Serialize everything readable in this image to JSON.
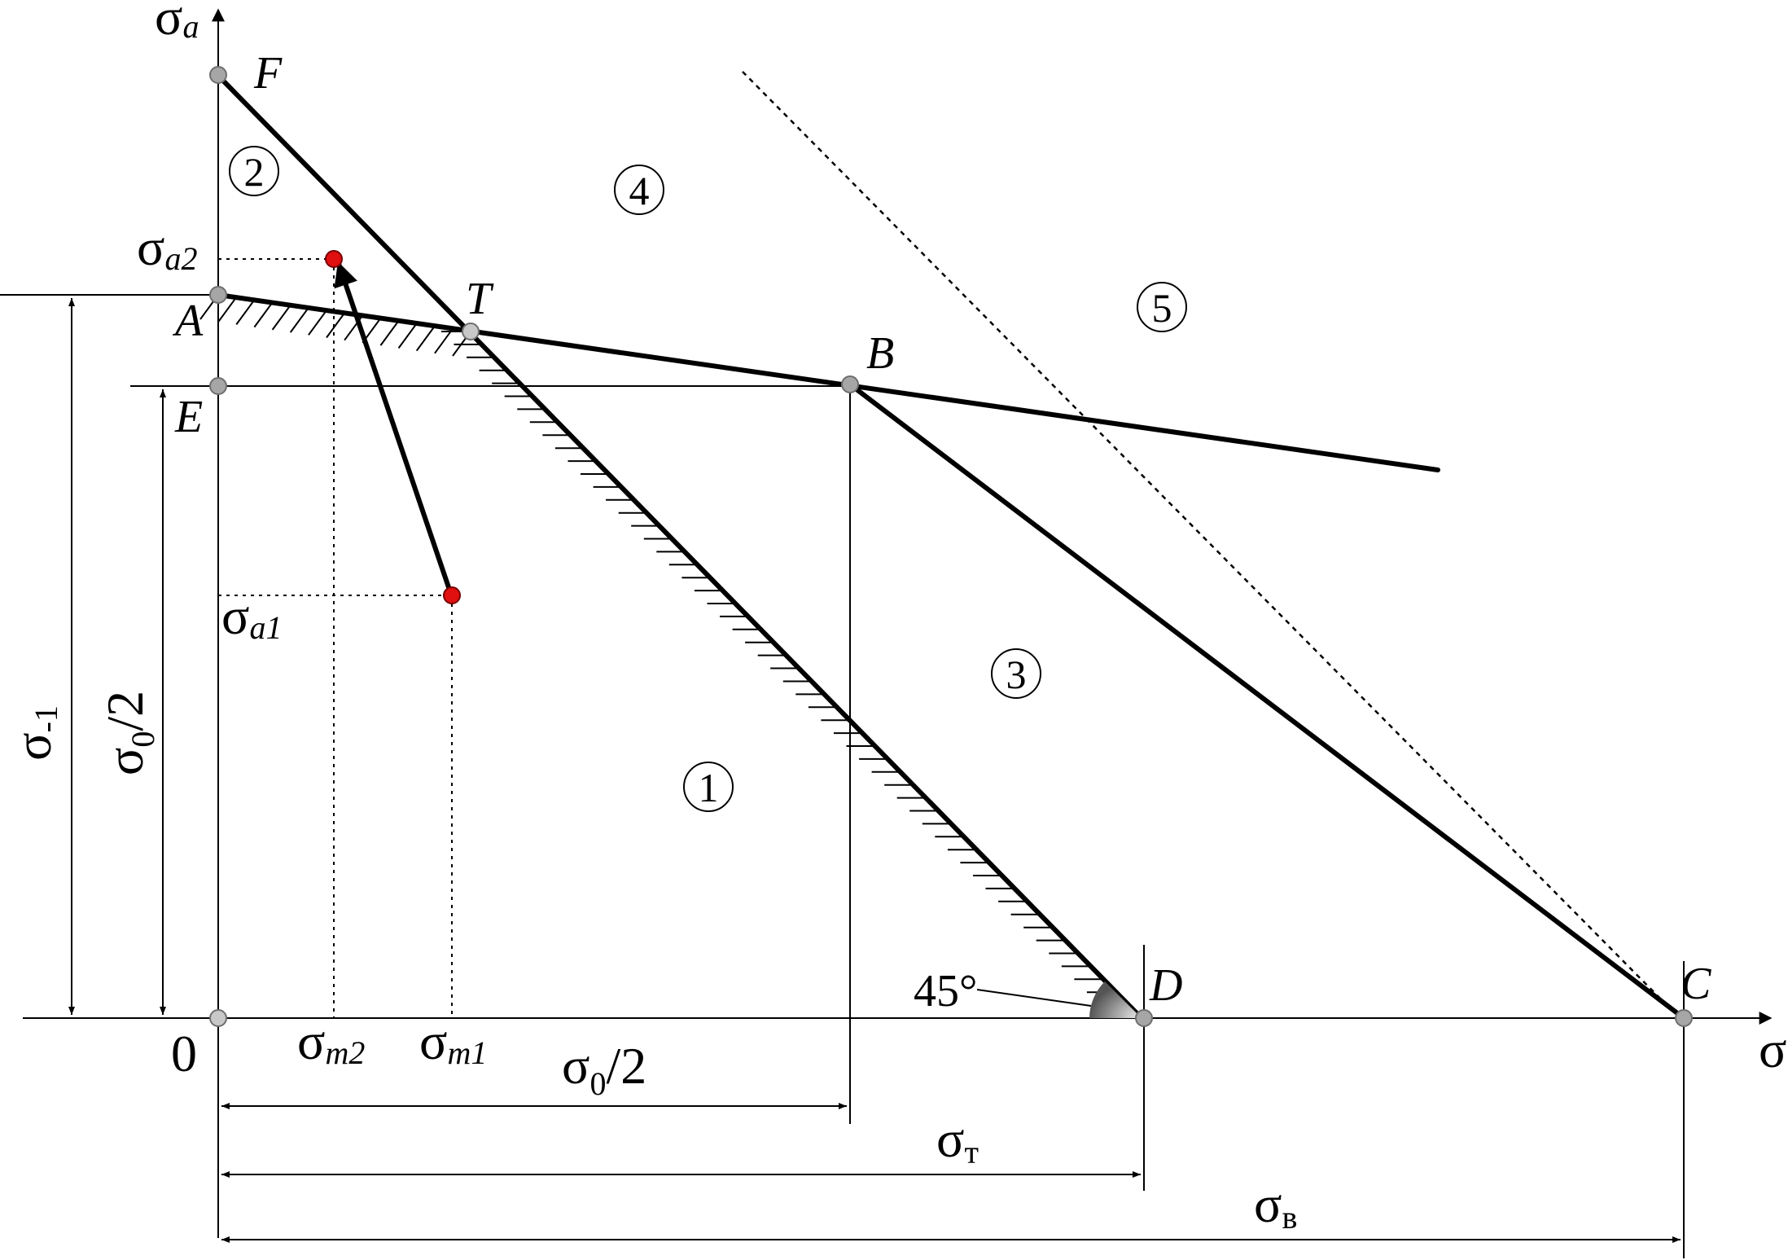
{
  "axes": {
    "y_symbol": "σ",
    "y_sub": "a",
    "x_symbol": "σ",
    "x_sub": "m",
    "origin": "0"
  },
  "points": {
    "F": "F",
    "A": "A",
    "E": "E",
    "T": "T",
    "B": "B",
    "D": "D",
    "C": "C"
  },
  "regions": [
    "1",
    "2",
    "3",
    "4",
    "5"
  ],
  "angle": "45°",
  "labels": {
    "sigma": "σ",
    "a1": "a1",
    "a2": "a2",
    "m1": "m1",
    "m2": "m2",
    "minus1": "-1",
    "zero": "0",
    "half": "/2",
    "t_sub": "т",
    "v_sub": "в"
  },
  "colors": {
    "line": "#000000",
    "marker": "#a6a6a6",
    "marker_stroke": "#6e6e6e",
    "load_point": "#e01010"
  }
}
